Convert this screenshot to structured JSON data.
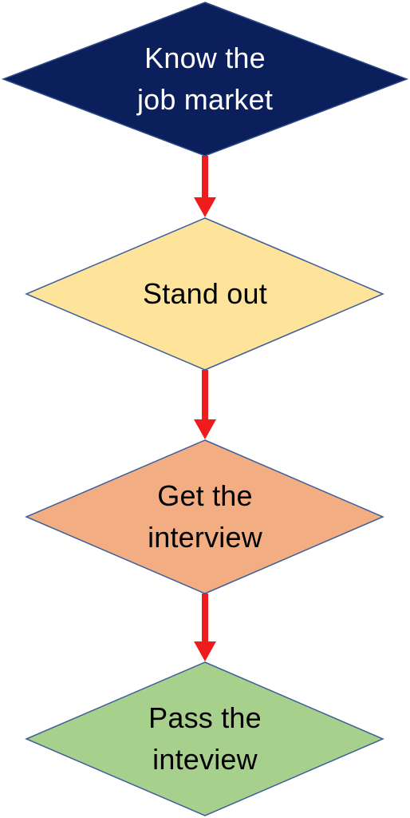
{
  "nodes": [
    {
      "lines": [
        "Know the",
        "job market"
      ],
      "fill": "#0b1f5c",
      "stroke": "#2d4a86",
      "text_color": "#ffffff"
    },
    {
      "lines": [
        "Stand out"
      ],
      "fill": "#fde49a",
      "stroke": "#3f5f9a",
      "text_color": "#000000"
    },
    {
      "lines": [
        "Get the",
        "interview"
      ],
      "fill": "#f2ae82",
      "stroke": "#3f5f9a",
      "text_color": "#000000"
    },
    {
      "lines": [
        "Pass the",
        "inteview"
      ],
      "fill": "#a8d08d",
      "stroke": "#3f5f9a",
      "text_color": "#000000"
    }
  ],
  "arrow_color": "#ee1c1c"
}
